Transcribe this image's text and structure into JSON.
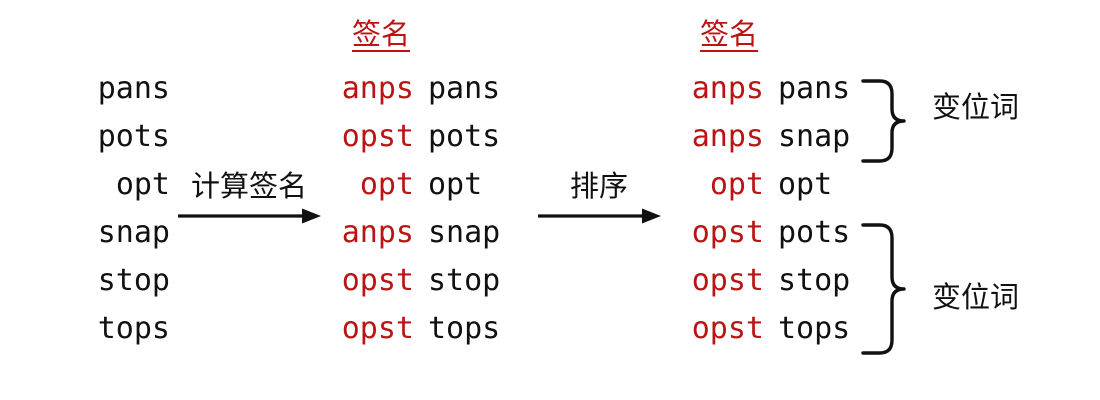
{
  "diagram": {
    "title_text": "",
    "colors": {
      "signature_red": "#bb1414",
      "text_black": "#111111",
      "background": "#ffffff"
    },
    "input_column": {
      "name": "word-list",
      "words": [
        "pans",
        "pots",
        "opt",
        "snap",
        "stop",
        "tops"
      ]
    },
    "signed_column": {
      "header": "签名",
      "rows": [
        {
          "signature": "anps",
          "word": "pans"
        },
        {
          "signature": "opst",
          "word": "pots"
        },
        {
          "signature": "opt",
          "word": "opt"
        },
        {
          "signature": "anps",
          "word": "snap"
        },
        {
          "signature": "opst",
          "word": "stop"
        },
        {
          "signature": "opst",
          "word": "tops"
        }
      ]
    },
    "sorted_column": {
      "header": "签名",
      "rows": [
        {
          "signature": "anps",
          "word": "pans"
        },
        {
          "signature": "anps",
          "word": "snap"
        },
        {
          "signature": "opt",
          "word": "opt"
        },
        {
          "signature": "opst",
          "word": "pots"
        },
        {
          "signature": "opst",
          "word": "stop"
        },
        {
          "signature": "opst",
          "word": "tops"
        }
      ]
    },
    "arrows": [
      {
        "name": "compute-signature-arrow",
        "label": "计算签名"
      },
      {
        "name": "sort-arrow",
        "label": "排序"
      }
    ],
    "groups": [
      {
        "name": "anagram-group-anps",
        "label": "变位词",
        "row_span": 2
      },
      {
        "name": "anagram-group-opst",
        "label": "变位词",
        "row_span": 3
      }
    ]
  }
}
